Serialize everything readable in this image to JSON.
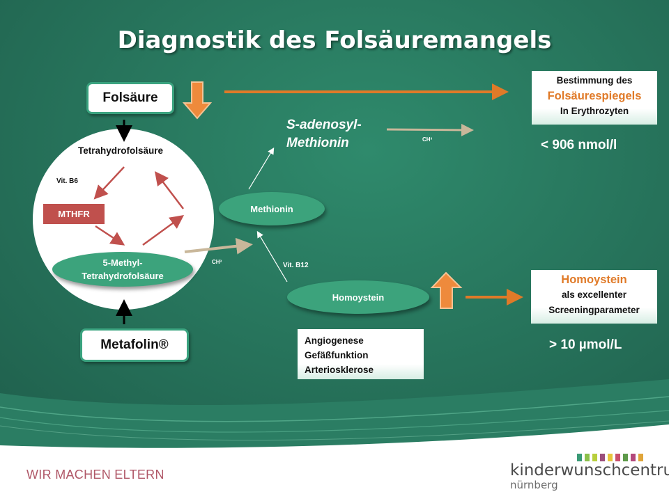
{
  "title": "Diagnostik des Folsäuremangels",
  "boxes": {
    "folsaeure": "Folsäure",
    "metafolin": "Metafolin®"
  },
  "circle": {
    "thf": "Tetrahydrofolsäure",
    "vit_b6": "Vit. B6",
    "mthfr": "MTHFR",
    "methyl_thf_line1": "5-Methyl-",
    "methyl_thf_line2": "Tetrahydrofolsäure"
  },
  "nodes": {
    "methionin": "Methionin",
    "homocystein": "Homoystein",
    "sam_line1": "S-adenosyl-",
    "sam_line2": "Methionin",
    "ch3_top": "CH³",
    "ch3_mid": "CH³",
    "vit_b12": "Vit. B12"
  },
  "info_folsaeure": {
    "line1": "Bestimmung des",
    "line2": "Folsäurespiegels",
    "line3": "In Erythrozyten"
  },
  "value_folsaeure": "< 906 nmol/l",
  "info_homocystein": {
    "line1": "Homoystein",
    "line2": "als excellenter",
    "line3": "Screeningparameter"
  },
  "value_homocystein": "> 10 µmol/L",
  "effects": [
    "Angiogenese",
    "Gefäßfunktion",
    "Arteriosklerose"
  ],
  "footer": {
    "slogan": "WIR MACHEN ELTERN",
    "logo_main": "kinderwunschcentrum",
    "logo_sub": "nürnberg"
  },
  "colors": {
    "background": "#2a7a62",
    "ellipse_green": "#3ca37c",
    "orange": "#e07a28",
    "mthfr_red": "#c0504d",
    "slogan": "#b05868"
  }
}
